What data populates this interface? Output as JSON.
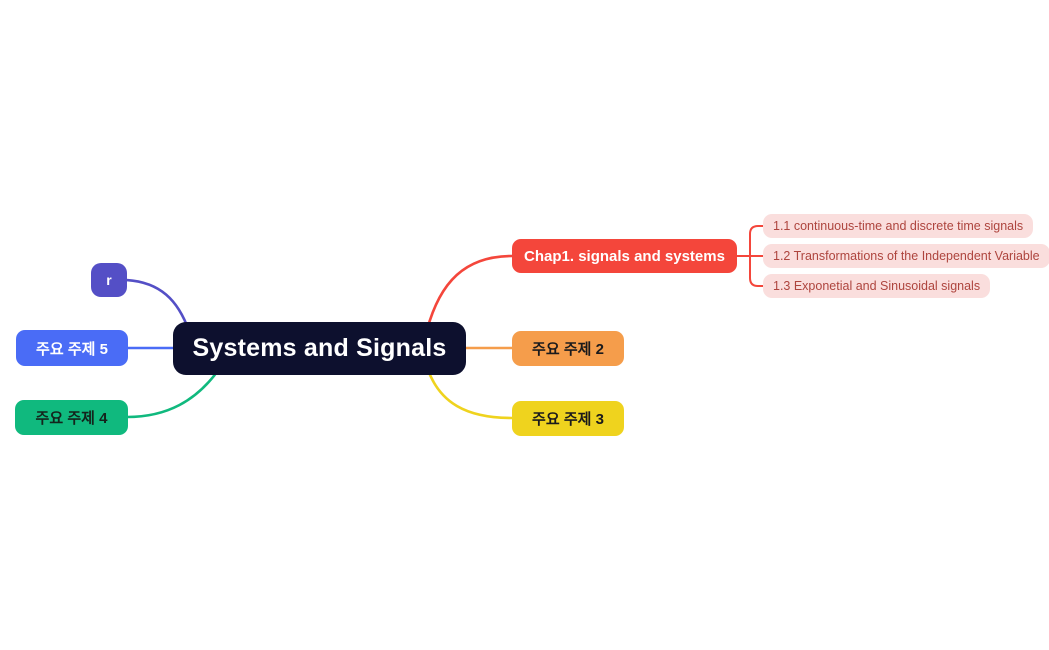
{
  "canvas": {
    "background": "#ffffff"
  },
  "root": {
    "label": "Systems and Signals",
    "bg": "#0d102e",
    "fg": "#ffffff"
  },
  "branches": [
    {
      "id": "chap1",
      "label": "Chap1. signals and systems",
      "bg": "#f4463b",
      "fg": "#ffffff",
      "side": "right"
    },
    {
      "id": "topic2",
      "label": "주요 주제 2",
      "bg": "#f59d4b",
      "fg": "#1a1a1c",
      "side": "right"
    },
    {
      "id": "topic3",
      "label": "주요 주제 3",
      "bg": "#efd31e",
      "fg": "#1a1a1c",
      "side": "right"
    },
    {
      "id": "r",
      "label": "r",
      "bg": "#544fc6",
      "fg": "#ffffff",
      "side": "left"
    },
    {
      "id": "topic5",
      "label": "주요 주제 5",
      "bg": "#4a6cf6",
      "fg": "#ffffff",
      "side": "left"
    },
    {
      "id": "topic4",
      "label": "주요 주제 4",
      "bg": "#10b97e",
      "fg": "#14241c",
      "side": "left"
    }
  ],
  "subtopics": {
    "bg": "#fadedd",
    "fg": "#ae453e",
    "items": [
      {
        "label": "1.1 continuous-time and discrete time signals"
      },
      {
        "label": "1.2 Transformations of the Independent Variable"
      },
      {
        "label": "1.3 Exponetial and Sinusoidal signals"
      }
    ]
  },
  "connectors": {
    "chap1": "#f4463b",
    "topic2": "#f59d4b",
    "topic3": "#efd31e",
    "r": "#544fc6",
    "topic5": "#4a6cf6",
    "topic4": "#10b97e",
    "sub": "#f4463b"
  }
}
